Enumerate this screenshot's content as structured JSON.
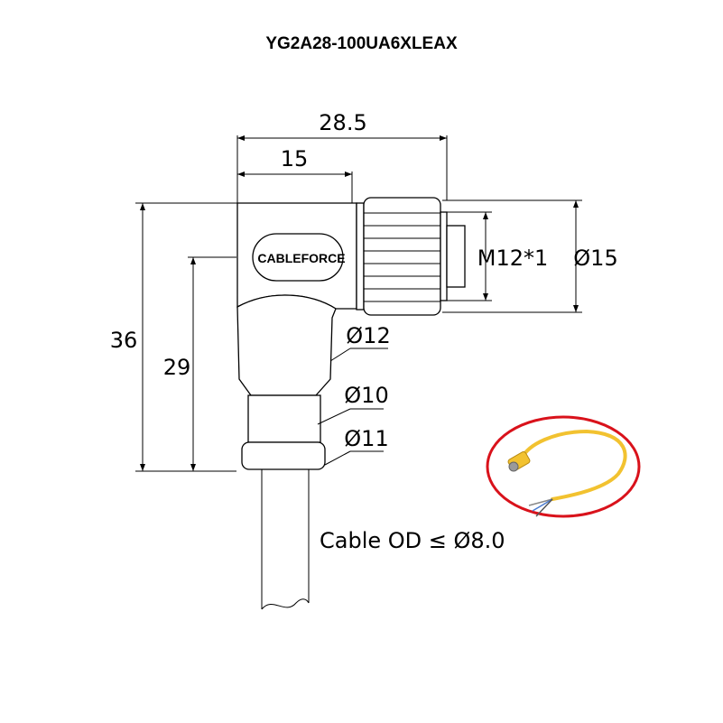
{
  "title": "YG2A28-100UA6XLEAX",
  "brand": "CABLEFORCE",
  "dimensions": {
    "overall_width": "28.5",
    "body_width": "15",
    "overall_height": "36",
    "body_height": "29",
    "thread": "M12*1",
    "nut_diameter": "Ø15",
    "d1": "Ø12",
    "d2": "Ø10",
    "d3": "Ø11",
    "cable": "Cable OD ≤ Ø8.0"
  },
  "colors": {
    "cable_yellow": "#f2c230",
    "highlight_ellipse": "#d9121b"
  }
}
